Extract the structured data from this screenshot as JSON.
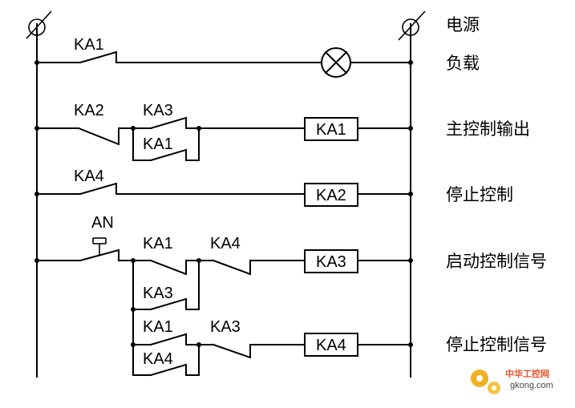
{
  "labels": {
    "power": "电源",
    "load": "负载",
    "main_out": "主控制输出",
    "stop_ctrl": "停止控制",
    "start_signal": "启动控制信号",
    "stop_signal": "停止控制信号"
  },
  "contacts": {
    "r1_ka1": "KA1",
    "r2_ka2": "KA2",
    "r2_ka3": "KA3",
    "r2_ka1": "KA1",
    "r3_ka4": "KA4",
    "r4_an": "AN",
    "r4_ka1": "KA1",
    "r4_ka4": "KA4",
    "r4_ka3": "KA3",
    "r5_ka1": "KA1",
    "r5_ka3": "KA3",
    "r5_ka4": "KA4"
  },
  "coils": {
    "c1": "KA1",
    "c2": "KA2",
    "c3": "KA3",
    "c4": "KA4"
  },
  "watermark": {
    "top": "中华工控网",
    "bottom": "gkong.com"
  },
  "colors": {
    "line": "#000000",
    "watermark": "#e5532b",
    "gear": "#f0b020"
  }
}
